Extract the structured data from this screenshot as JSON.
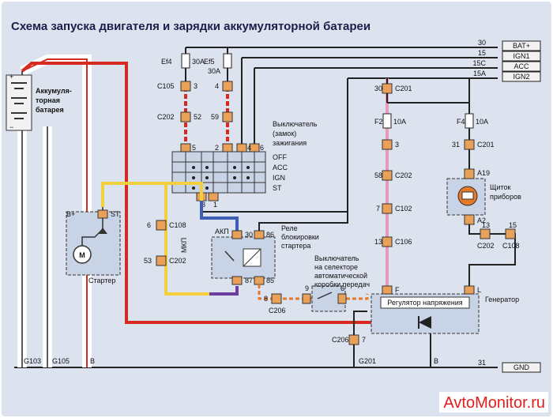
{
  "title": "Схема запуска двигателя и зарядки аккумуляторной батареи",
  "watermark": "AvtoMonitor.ru",
  "colors": {
    "red": "#d52a20",
    "yellow": "#f4d03f",
    "blue": "#3f5fb5",
    "dark": "#222222",
    "pink": "#e79ab8",
    "orange": "#e57a2b",
    "connector": "#e9a15a",
    "panel": "#c8d3e6"
  },
  "rails": [
    {
      "num": "30",
      "tag": "BAT+"
    },
    {
      "num": "15",
      "tag": "IGN1"
    },
    {
      "num": "15C",
      "tag": "ACC"
    },
    {
      "num": "15A",
      "tag": "IGN2"
    },
    {
      "num": "31",
      "tag": "GND"
    }
  ],
  "battery": {
    "label_line1": "Аккумуля-",
    "label_line2": "торная",
    "label_line3": "батарея",
    "plus": "+",
    "minus": "−"
  },
  "fuses": [
    {
      "id": "Ef4",
      "rating": "30A"
    },
    {
      "id": "Ef5",
      "rating": "30A"
    },
    {
      "id": "F2",
      "rating": "10A"
    },
    {
      "id": "F4",
      "rating": "10A"
    }
  ],
  "connectors": {
    "c105_3": {
      "name": "C105",
      "pin": "3"
    },
    "c105_4": {
      "pin": "4"
    },
    "c202_52": {
      "name": "C202",
      "pin": "52"
    },
    "c202_59": {
      "pin": "59"
    },
    "sw_5": {
      "pin": "5"
    },
    "sw_2": {
      "pin": "2"
    },
    "sw_4": {
      "pin": "4"
    },
    "sw_6": {
      "pin": "6"
    },
    "sw_3": {
      "pin": "3"
    },
    "sw_1": {
      "pin": "1"
    },
    "c201_30": {
      "pin": "30",
      "name": "C201"
    },
    "c201_3": {
      "pin": "3"
    },
    "c201_31": {
      "pin": "31",
      "name": "C201"
    },
    "c202_58": {
      "pin": "58",
      "name": "C202"
    },
    "c102_7": {
      "pin": "7",
      "name": "C102"
    },
    "c106_13": {
      "pin": "13",
      "name": "C106"
    },
    "c108_6": {
      "pin": "6",
      "name": "C108"
    },
    "c202_53": {
      "pin": "53",
      "name": "C202"
    },
    "relay_30": {
      "pin": "30"
    },
    "relay_86": {
      "pin": "86"
    },
    "relay_87": {
      "pin": "87"
    },
    "relay_85": {
      "pin": "85"
    },
    "c206_8": {
      "pin": "8",
      "name": "C206"
    },
    "sel_9": {
      "pin": "9"
    },
    "sel_6": {
      "pin": "6"
    },
    "c206_7": {
      "pin": "7",
      "name": "C206"
    },
    "a19": {
      "pin": "A19"
    },
    "a2": {
      "pin": "A2"
    },
    "c202_13": {
      "pin": "13",
      "name": "C202"
    },
    "c108_15": {
      "pin": "15",
      "name": "C108"
    },
    "gen_f": {
      "pin": "F"
    },
    "gen_l": {
      "pin": "L"
    },
    "starter_bplus": {
      "pin": "B+"
    },
    "starter_st": {
      "pin": "ST"
    }
  },
  "ignition": {
    "label_line1": "Выключатель",
    "label_line2": "(замок)",
    "label_line3": "зажигания",
    "positions": [
      "OFF",
      "ACC",
      "IGN",
      "ST"
    ]
  },
  "relay": {
    "label_line1": "Реле",
    "label_line2": "блокировки",
    "label_line3": "стартера",
    "akp": "АКП",
    "mkp": "МКП"
  },
  "selector": {
    "label_line1": "Выключатель",
    "label_line2": "на селекторе",
    "label_line3": "автоматической",
    "label_line4": "коробки передач"
  },
  "instrument": {
    "label_line1": "Щиток",
    "label_line2": "приборов"
  },
  "starter": {
    "label": "Стартер",
    "motor": "M"
  },
  "generator": {
    "label": "Генератор",
    "regulator": "Регулятор напряжения"
  },
  "grounds": [
    {
      "label": "G103"
    },
    {
      "label": "G105"
    },
    {
      "label": "B"
    },
    {
      "label": "G201"
    },
    {
      "label": "B"
    }
  ]
}
